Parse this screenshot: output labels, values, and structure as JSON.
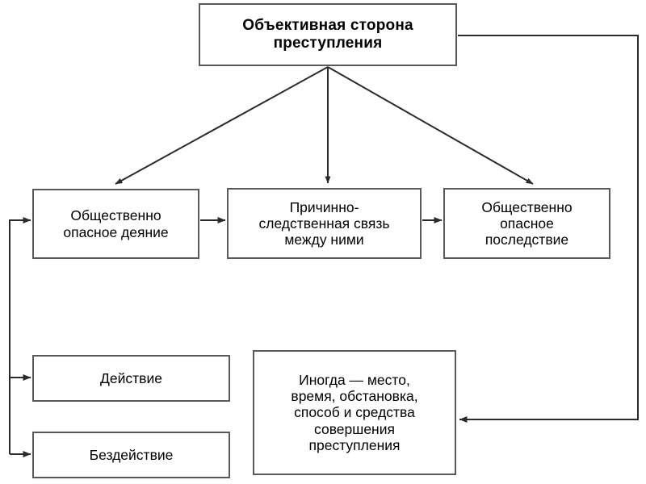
{
  "diagram": {
    "type": "flowchart",
    "title": "Объективная сторона преступления",
    "colors": {
      "box_border": "#59595e",
      "box_fill": "#ffffff",
      "connector": "#2b2b2b",
      "text": "#000000",
      "background": "#ffffff"
    },
    "nodes": {
      "root": {
        "label": "Объективная сторона\nпреступления"
      },
      "deed": {
        "label": "Общественно\nопасное деяние"
      },
      "causal": {
        "label": "Причинно-\nследственная связь\nмежду ними"
      },
      "consequence": {
        "label": "Общественно\nопасное\nпоследствие"
      },
      "action": {
        "label": "Действие"
      },
      "inaction": {
        "label": "Бездействие"
      },
      "sometimes": {
        "label": "Иногда — место,\nвремя, обстановка,\nспособ и средства\nсовершения\nпреступления"
      }
    },
    "edges": [
      {
        "from": "root",
        "to": "deed",
        "style": "arrow-diagonal"
      },
      {
        "from": "root",
        "to": "causal",
        "style": "arrow-vertical"
      },
      {
        "from": "root",
        "to": "consequence",
        "style": "arrow-diagonal"
      },
      {
        "from": "deed",
        "to": "causal",
        "style": "arrow-horizontal"
      },
      {
        "from": "causal",
        "to": "consequence",
        "style": "arrow-horizontal"
      },
      {
        "from": "bus-left",
        "to": "deed",
        "style": "arrow-horizontal"
      },
      {
        "from": "bus-left",
        "to": "action",
        "style": "arrow-horizontal"
      },
      {
        "from": "bus-left",
        "to": "inaction",
        "style": "arrow-horizontal"
      },
      {
        "from": "root",
        "to": "sometimes",
        "style": "orthogonal-right-loop"
      }
    ]
  }
}
